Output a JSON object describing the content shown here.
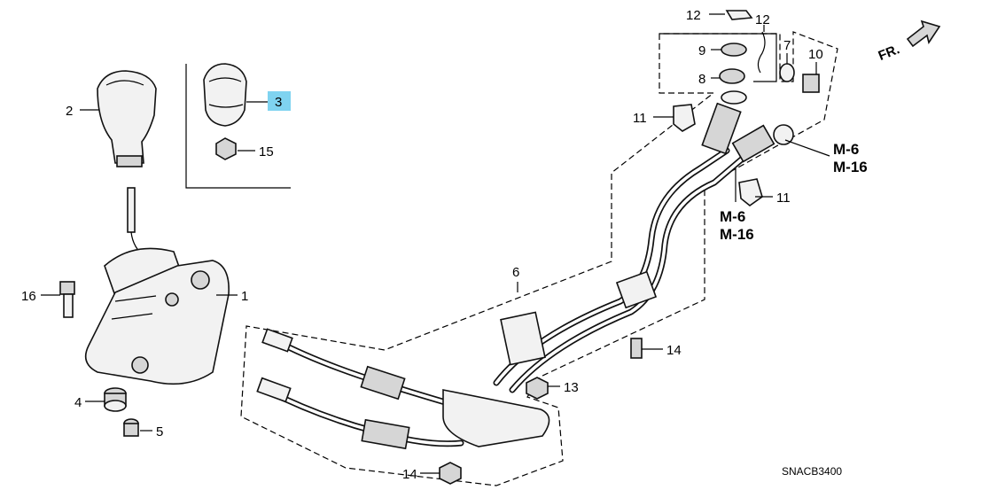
{
  "callouts": [
    {
      "id": "c1",
      "text": "1"
    },
    {
      "id": "c2",
      "text": "2"
    },
    {
      "id": "c3",
      "text": "3",
      "highlight": "#7fd3f0"
    },
    {
      "id": "c4",
      "text": "4"
    },
    {
      "id": "c5",
      "text": "5"
    },
    {
      "id": "c6",
      "text": "6"
    },
    {
      "id": "c7",
      "text": "7"
    },
    {
      "id": "c8",
      "text": "8"
    },
    {
      "id": "c9",
      "text": "9"
    },
    {
      "id": "c10",
      "text": "10"
    },
    {
      "id": "c11a",
      "text": "11"
    },
    {
      "id": "c11b",
      "text": "11"
    },
    {
      "id": "c12a",
      "text": "12"
    },
    {
      "id": "c12b",
      "text": "12"
    },
    {
      "id": "c13",
      "text": "13"
    },
    {
      "id": "c14a",
      "text": "14"
    },
    {
      "id": "c14b",
      "text": "14"
    },
    {
      "id": "c15",
      "text": "15"
    },
    {
      "id": "c16",
      "text": "16"
    }
  ],
  "references": {
    "right": [
      "M-6",
      "M-16"
    ],
    "center": [
      "M-6",
      "M-16"
    ]
  },
  "direction": {
    "text": "FR."
  },
  "diagram_code": "SNACB3400",
  "colors": {
    "highlight": "#7fd3f0"
  }
}
